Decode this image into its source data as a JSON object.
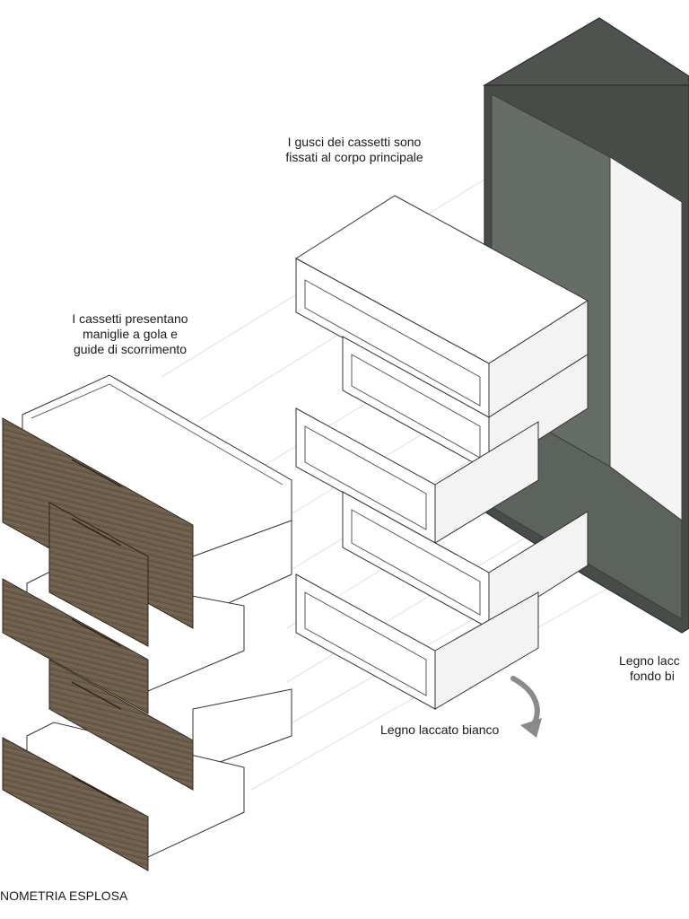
{
  "annotations": {
    "shells": [
      "I gusci dei cassetti sono",
      "fissati al corpo principale"
    ],
    "drawers": [
      "I cassetti   presentano",
      "maniglie a gola e",
      "guide di scorrimento"
    ],
    "cabinet": [
      "Legno lacc",
      "fondo bi"
    ],
    "white_wood": "Legno laccato bianco",
    "view_title": "NOMETRIA ESPLOSA"
  },
  "colors": {
    "wood_front": "#6e5e4c",
    "cabinet_dark": "#484c48",
    "cabinet_inner": "#666c66",
    "white_panel": "#ffffff",
    "line": "#3a3a3a",
    "arrow": "#8a8a8a"
  }
}
